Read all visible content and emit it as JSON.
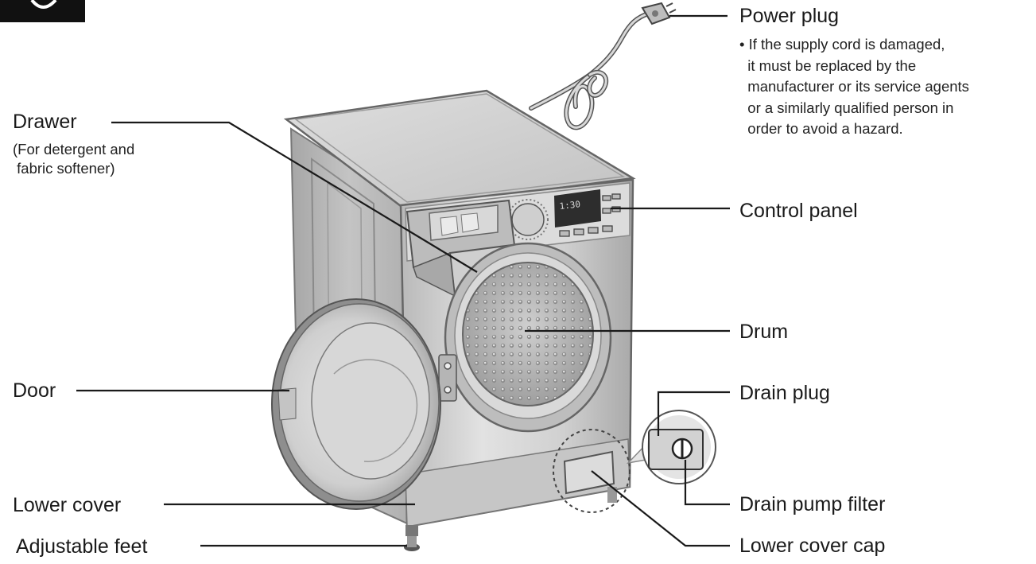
{
  "labels": {
    "power_plug": "Power plug",
    "power_plug_note": "• If the supply cord is damaged,\n  it must be replaced by the\n  manufacturer or its service agents\n  or a similarly qualified person in\n  order to avoid a hazard.",
    "drawer": "Drawer",
    "drawer_note": "(For detergent and\n fabric softener)",
    "control_panel": "Control panel",
    "drum": "Drum",
    "door": "Door",
    "drain_plug": "Drain plug",
    "drain_pump_filter": "Drain pump filter",
    "lower_cover": "Lower cover",
    "lower_cover_cap": "Lower cover cap",
    "adjustable_feet": "Adjustable feet"
  },
  "colors": {
    "body": "#d2d2d2",
    "top": "#c8c8c8",
    "shadow": "#8a8a8a",
    "outline": "#4a4a4a",
    "leader": "#1a1a1a",
    "display": "#2d2d2d",
    "display_digits": "#d8d8d8"
  }
}
